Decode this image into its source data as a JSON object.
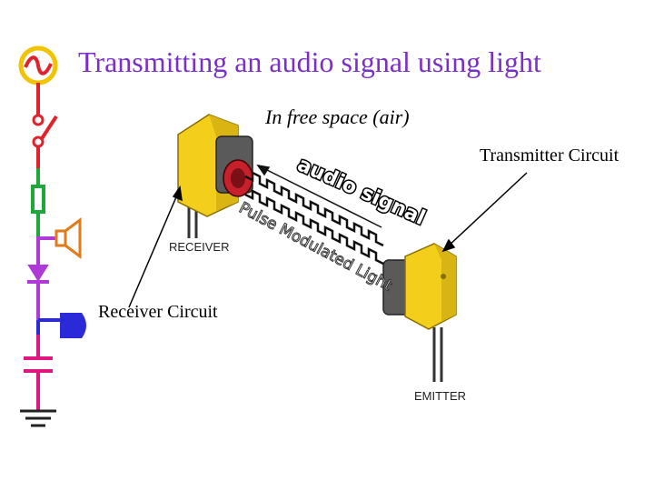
{
  "title": "Transmitting an audio signal using light",
  "subtitle": "In free space (air)",
  "labels": {
    "transmitter": "Transmitter Circuit",
    "receiver": "Receiver Circuit",
    "receiver_device": "RECEIVER",
    "emitter_device": "EMITTER",
    "audio_signal": "audio signal",
    "pulse_light": "Pulse Modulated Light"
  },
  "colors": {
    "title": "#7a2fc8",
    "sensor_yellow": "#f3cf1c",
    "circuit_red": "#e0232a",
    "circuit_green": "#1fa83a",
    "circuit_purple": "#b03ad8",
    "circuit_blue": "#2a2ad8",
    "circuit_magenta": "#e01680",
    "speaker_orange": "#e07a1a"
  },
  "icons": [
    "ac-source-icon",
    "switch-icon",
    "resistor-icon",
    "speaker-icon",
    "led-icon",
    "photo-sensor-icon",
    "capacitor-icon",
    "ground-icon"
  ]
}
